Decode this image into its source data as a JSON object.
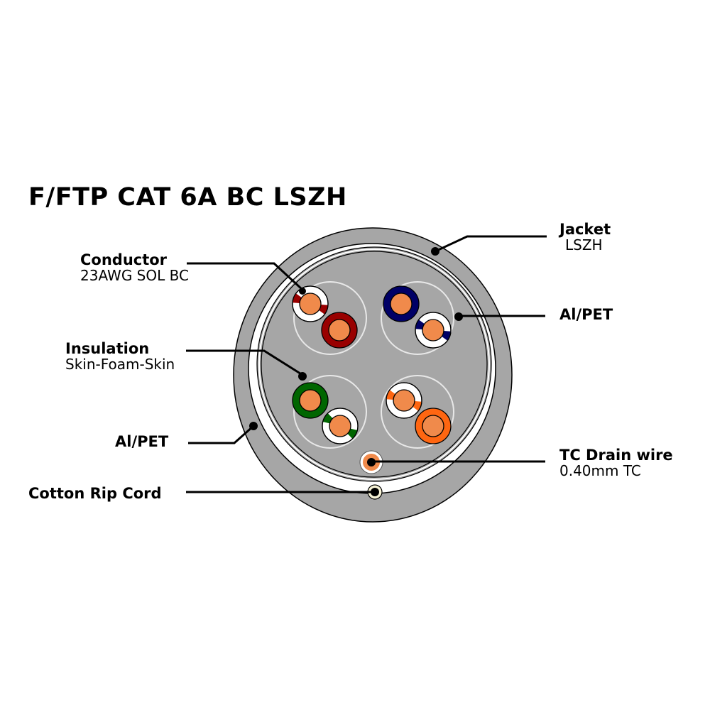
{
  "title": "F/FTP CAT 6A BC LSZH",
  "colors": {
    "jacket": "#a6a6a6",
    "core": "#a6a6a6",
    "copper": "#f08a4b",
    "pair_boundary": "#e8e8e8",
    "rip_cord": "#f7f3d6",
    "pairs": {
      "brown": "#990000",
      "blue": "#000066",
      "green": "#006600",
      "orange": "#ff6611"
    }
  },
  "labels": {
    "conductor": {
      "main": "Conductor",
      "sub": "23AWG SOL BC"
    },
    "insulation": {
      "main": "Insulation",
      "sub": "Skin-Foam-Skin"
    },
    "al_pet_outer": {
      "main": "Al/PET"
    },
    "rip_cord": {
      "main": "Cotton Rip Cord"
    },
    "jacket": {
      "main": "Jacket",
      "sub": "LSZH"
    },
    "al_pet_pair": {
      "main": "Al/PET"
    },
    "drain": {
      "main": "TC Drain wire",
      "sub": "0.40mm TC"
    }
  },
  "pairs": [
    {
      "name": "brown-pair",
      "color_key": "brown"
    },
    {
      "name": "blue-pair",
      "color_key": "blue"
    },
    {
      "name": "green-pair",
      "color_key": "green"
    },
    {
      "name": "orange-pair",
      "color_key": "orange"
    }
  ]
}
